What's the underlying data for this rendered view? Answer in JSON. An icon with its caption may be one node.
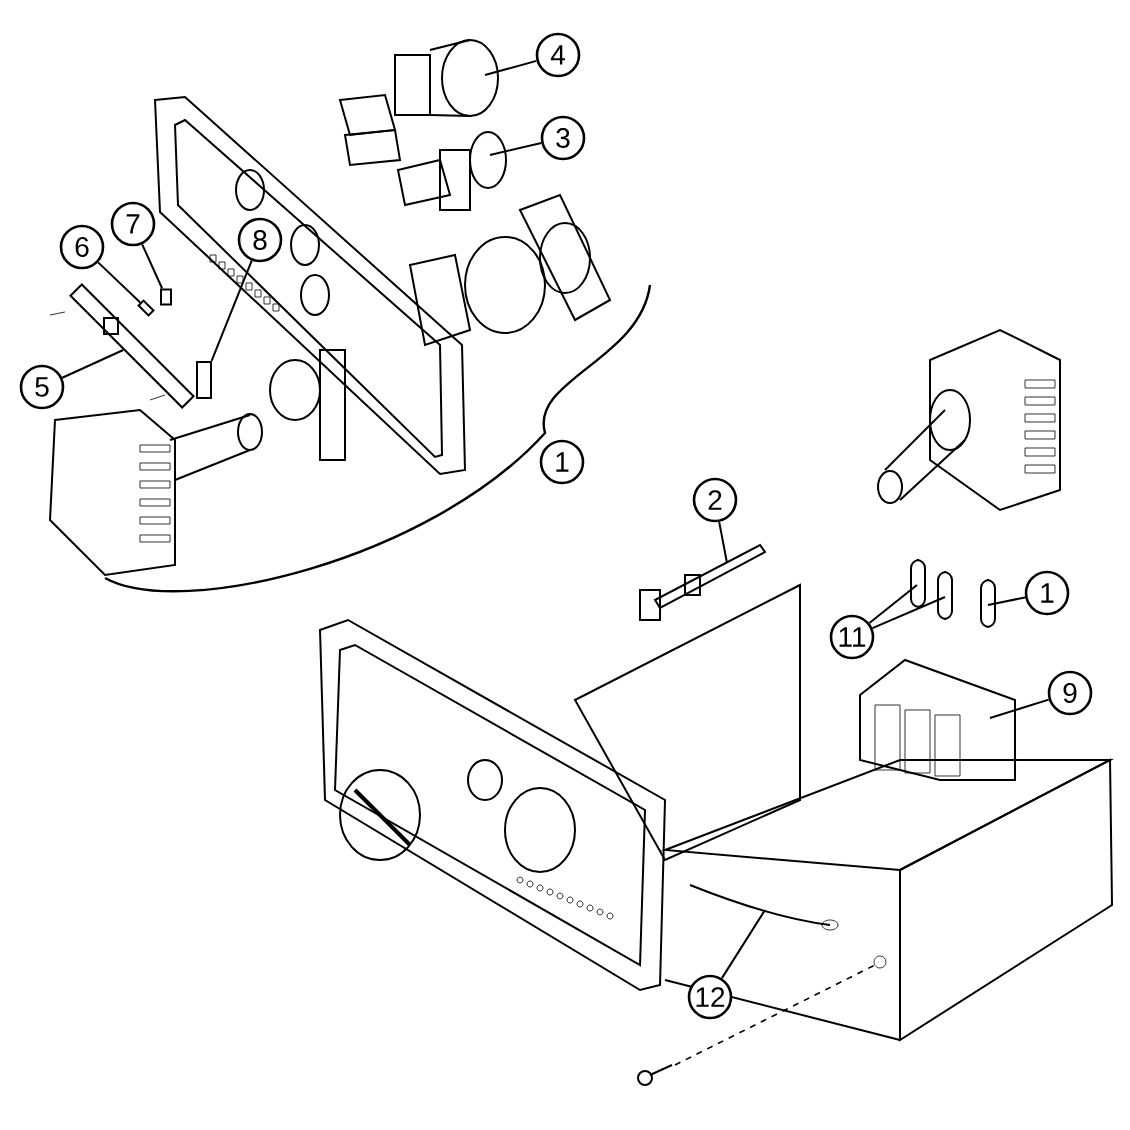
{
  "diagram": {
    "nodes": [
      {
        "text": [
          "4"
        ]
      },
      {
        "text": [
          "3"
        ]
      },
      {
        "text": [
          "7"
        ]
      },
      {
        "text": [
          "6"
        ]
      },
      {
        "text": [
          "8"
        ]
      },
      {
        "text": [
          "5"
        ]
      },
      {
        "text": [
          "1"
        ]
      },
      {
        "text": [
          "2"
        ]
      },
      {
        "text": [
          "1"
        ]
      },
      {
        "text": [
          "11"
        ]
      },
      {
        "text": [
          "9"
        ]
      },
      {
        "text": [
          "12"
        ]
      },
      {
        "text": [],
        "shape": "box"
      },
      {
        "text": [],
        "shape": "box"
      },
      {
        "text": [],
        "shape": "box"
      },
      {
        "text": [],
        "shape": "box"
      }
    ],
    "edges": [
      {
        "from": 0,
        "to": null,
        "arrow": "none"
      },
      {
        "from": 1,
        "to": null,
        "arrow": "none"
      },
      {
        "from": 2,
        "to": 12,
        "arrow": "none"
      },
      {
        "from": 3,
        "to": 13,
        "arrow": "none"
      },
      {
        "from": 4,
        "to": 14,
        "arrow": "none"
      },
      {
        "from": 5,
        "to": 15,
        "arrow": "none"
      },
      {
        "from": 7,
        "to": null,
        "arrow": "none"
      },
      {
        "from": 8,
        "to": null,
        "arrow": "none"
      },
      {
        "from": 9,
        "to": null,
        "arrow": "none"
      },
      {
        "from": 9,
        "to": null,
        "arrow": "none"
      },
      {
        "from": 10,
        "to": null,
        "arrow": "none"
      },
      {
        "from": 11,
        "to": null,
        "arrow": "none"
      }
    ]
  }
}
